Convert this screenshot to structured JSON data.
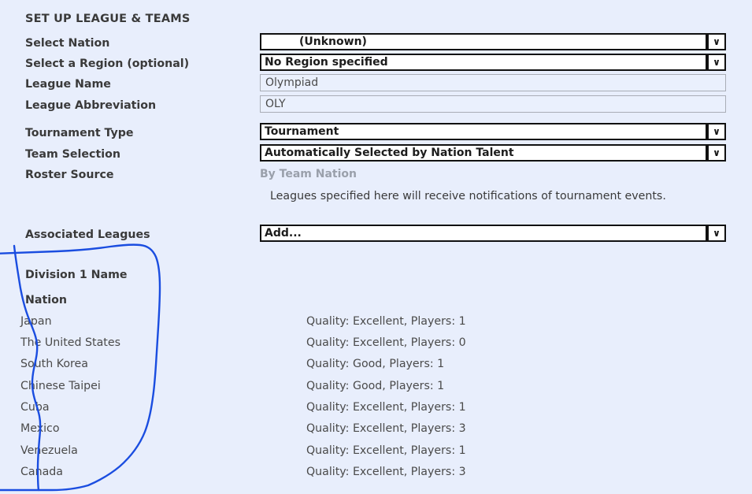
{
  "page": {
    "background_color": "#e8eefc",
    "section_title": "SET UP LEAGUE & TEAMS"
  },
  "form": {
    "rows": [
      {
        "label": "Select Nation",
        "control": "select",
        "value": "(Unknown)",
        "indented": true,
        "arrow": "∨"
      },
      {
        "label": "Select a Region (optional)",
        "control": "select",
        "value": "No Region specified",
        "indented": false,
        "arrow": "∨"
      },
      {
        "label": "League Name",
        "control": "text",
        "value": "Olympiad"
      },
      {
        "label": "League Abbreviation",
        "control": "text",
        "value": "OLY"
      },
      {
        "label": "Tournament Type",
        "control": "select",
        "value": "Tournament",
        "indented": false,
        "arrow": "∨"
      },
      {
        "label": "Team Selection",
        "control": "select",
        "value": "Automatically Selected by Nation Talent",
        "indented": false,
        "arrow": "∨"
      },
      {
        "label": "Roster Source",
        "control": "readonly",
        "value": "By Team Nation"
      }
    ],
    "hint": "Leagues specified here will receive notifications of tournament events.",
    "associated_leagues": {
      "label": "Associated Leagues",
      "control": "select",
      "value": "Add...",
      "arrow": "∨"
    }
  },
  "division_list": {
    "title": "Division 1 Name",
    "column_header": "Nation",
    "rows": [
      {
        "nation": "Japan",
        "detail": "Quality: Excellent, Players: 1"
      },
      {
        "nation": "The United States",
        "detail": "Quality: Excellent, Players: 0"
      },
      {
        "nation": "South Korea",
        "detail": "Quality: Good, Players: 1"
      },
      {
        "nation": "Chinese Taipei",
        "detail": "Quality: Good, Players: 1"
      },
      {
        "nation": "Cuba",
        "detail": "Quality: Excellent, Players: 1"
      },
      {
        "nation": "Mexico",
        "detail": "Quality: Excellent, Players: 3"
      },
      {
        "nation": "Venezuela",
        "detail": "Quality: Excellent, Players: 1"
      },
      {
        "nation": "Canada",
        "detail": "Quality: Excellent, Players: 3"
      }
    ]
  },
  "annotation": {
    "name": "hand-drawn-circle",
    "color": "#1a4de0"
  }
}
